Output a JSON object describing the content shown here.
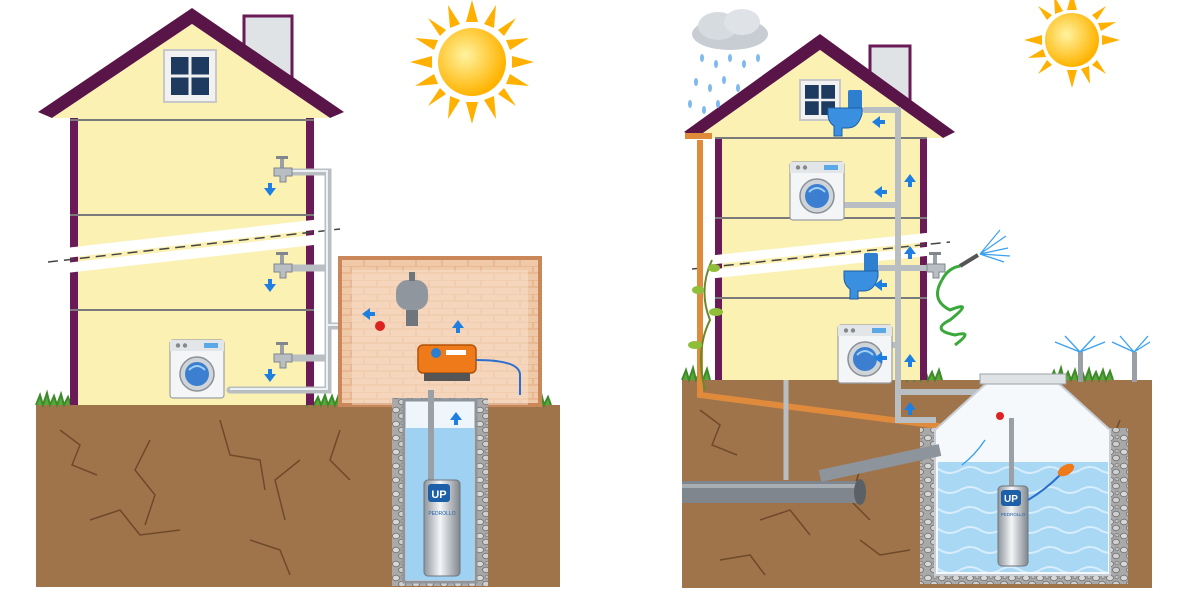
{
  "panels": [
    {
      "id": "well-system",
      "pump_badge": "UP",
      "pump_brand": "PEDROLLO"
    },
    {
      "id": "rainwater-system",
      "pump_badge": "UP",
      "pump_brand": "PEDROLLO"
    }
  ],
  "colors": {
    "soil": "#a0744b",
    "wall": "#fbf1b3",
    "roof": "#5a1548",
    "pipe": "#b9bec3",
    "gutter": "#e08a3c",
    "water": "#9fd1f2",
    "arrow": "#1f7fe0",
    "sun": "#ffc40f"
  },
  "icons": [
    "sun-icon",
    "cloud-rain-icon",
    "faucet-icon",
    "washing-machine-icon",
    "toilet-icon",
    "pressure-tank-icon",
    "pump-controller-icon",
    "garden-hose-icon",
    "sprinkler-icon",
    "flow-arrow-icon"
  ]
}
